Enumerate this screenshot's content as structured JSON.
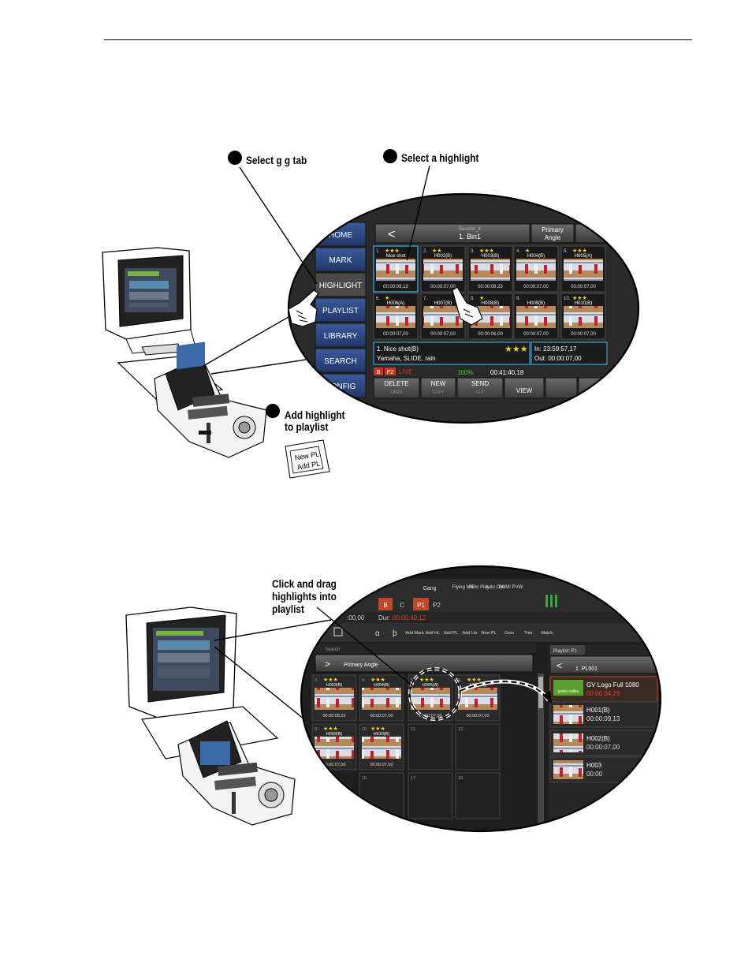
{
  "figure1": {
    "callout_select_tab": "Select g g tab",
    "callout_select_highlight": "Select a highlight",
    "callout_add_line1": "Add highlight",
    "callout_add_line2": "to playlist",
    "key_line1": "New PL",
    "key_line2": "Add PL",
    "nav": [
      "HOME",
      "MARK",
      "HIGHLIGHT",
      "PLAYLIST",
      "LIBRARY",
      "SEARCH",
      "CONFIG"
    ],
    "header": {
      "session": "Session_4",
      "bin": "1. Bin1",
      "angle_line1": "Primary",
      "angle_line2": "Angle"
    },
    "clips_row1": [
      {
        "num": "1.",
        "stars": "★★★",
        "name": "Nice shot",
        "tc": "00:00:09,13"
      },
      {
        "num": "2.",
        "stars": "★★",
        "name": "H002(B)",
        "tc": "00:00:07,00"
      },
      {
        "num": "3.",
        "stars": "★★★",
        "name": "H003(B)",
        "tc": "00:00:08,25"
      },
      {
        "num": "4.",
        "stars": "★",
        "name": "H004(B)",
        "tc": "00:00:07,00"
      },
      {
        "num": "5.",
        "stars": "★★★",
        "name": "H005(A)",
        "tc": "00:00:07,00"
      }
    ],
    "clips_row2": [
      {
        "num": "6.",
        "stars": "★",
        "name": "H006(A)",
        "tc": "00:00:07,00"
      },
      {
        "num": "7.",
        "stars": "",
        "name": "H007(B)",
        "tc": "00:00:07,00"
      },
      {
        "num": "8.",
        "stars": "★",
        "name": "H008(B)",
        "tc": "00:00:06,00"
      },
      {
        "num": "9.",
        "stars": "",
        "name": "H009(B)",
        "tc": "00:00:07,00"
      },
      {
        "num": "10.",
        "stars": "★★★",
        "name": "H010(B)",
        "tc": "00:00:07,00"
      }
    ],
    "info": {
      "title": "1. Nice shot(B)",
      "stars": "★★★",
      "tags": "Yamaha, SLIDE, rain",
      "in": "In:   23:59:57,17",
      "out": "Out: 00:00:07,00"
    },
    "status": {
      "b": "B",
      "p2": "P2",
      "live": "LIVE",
      "pct": "100%",
      "time": "00:41:40,18"
    },
    "buttons": [
      {
        "label": "DELETE",
        "sub": "OPEN"
      },
      {
        "label": "NEW",
        "sub": "COPY"
      },
      {
        "label": "SEND",
        "sub": "CUT"
      },
      {
        "label": "VIEW",
        "sub": ""
      }
    ]
  },
  "figure2": {
    "callout_line1": "Click and drag",
    "callout_line2": "highlights into",
    "callout_line3": "playlist",
    "top_labels": [
      "Gang",
      "Flying M/E",
      "Auto Play",
      "Auto Cue",
      "PGM/ PVW"
    ],
    "mode_b": "B",
    "mode_c": "C",
    "mode_p1": "P1",
    "mode_p2": "P2",
    "tc_left": ":00,00",
    "dur_label": "Dur:",
    "dur_value": "00:00:49;12",
    "toolbar": [
      "Add Mark",
      "Add HL",
      "Add PL",
      "Add Lib",
      "New PL",
      "Goto",
      "Trim",
      "Match"
    ],
    "search": "Search",
    "angle": "Primary Angle",
    "playlist_tab": "Playlist: P1",
    "playlist_name": "1. PL001",
    "grid_row1": [
      {
        "num": "3.",
        "name": "H003(B)",
        "tc": "00:00:08,25"
      },
      {
        "num": "4.",
        "name": "H004(B)",
        "tc": "00:00:07,00"
      },
      {
        "num": "5.",
        "name": "H005(A)",
        "tc": "00:00:07,00"
      },
      {
        "num": "6.",
        "name": "H006(A)",
        "tc": "00:00:07,00"
      }
    ],
    "grid_row2": [
      {
        "num": "9.",
        "name": "H009(B)",
        "tc": "00:00:07,00"
      },
      {
        "num": "10.",
        "name": "H010(B)",
        "tc": "00:00:07,00"
      },
      {
        "num": "11.",
        "name": "",
        "tc": ""
      },
      {
        "num": "12.",
        "name": "",
        "tc": ""
      }
    ],
    "grid_row3": [
      "16.",
      "17.",
      "18."
    ],
    "playlist_items": [
      {
        "name": "GV Logo Full 1080",
        "tc": "00:00:04;29",
        "logo": "grass valley"
      },
      {
        "name": "H001(B)",
        "tc": "00:00:09,13"
      },
      {
        "name": "H002(B)",
        "tc": "00:00:07,00"
      },
      {
        "name": "H003",
        "tc": "00:00"
      }
    ]
  }
}
